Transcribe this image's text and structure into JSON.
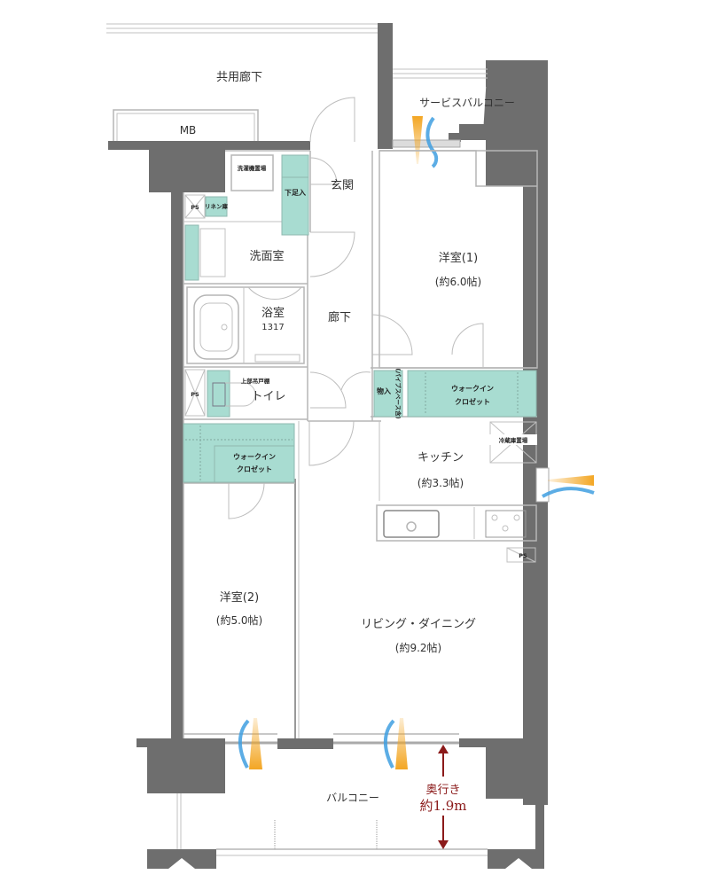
{
  "plan": {
    "rooms": {
      "common_corridor": "共用廊下",
      "mb": "MB",
      "service_balcony": "サービスバルコニー",
      "entrance": "玄関",
      "shoe_closet": "下足入",
      "washer_space": "洗濯機置場",
      "linen": "リネン庫",
      "washroom": "洗面室",
      "bathroom": "浴室",
      "bathroom_size": "1317",
      "hallway": "廊下",
      "toilet": "トイレ",
      "toilet_cabinet": "上部吊戸棚",
      "western1": "洋室(1)",
      "western1_size": "(約6.0帖)",
      "storage": "物入",
      "storage_note": "(パイプスペース含)",
      "wic1_line1": "ウォークイン",
      "wic1_line2": "クロゼット",
      "fridge": "冷蔵庫置場",
      "kitchen": "キッチン",
      "kitchen_size": "(約3.3帖)",
      "wic2_line1": "ウォークイン",
      "wic2_line2": "クロゼット",
      "western2": "洋室(2)",
      "western2_size": "(約5.0帖)",
      "living": "リビング・ダイニング",
      "living_size": "(約9.2帖)",
      "balcony": "バルコニー",
      "ps": "PS"
    },
    "balcony_depth": {
      "line1": "奥行き",
      "line2": "約1.9m"
    },
    "colors": {
      "wall": "#6e6e6e",
      "closet": "#a8dcd1",
      "airflow_warm": "#f3a623",
      "airflow_cool": "#3f9fe0",
      "depth_arrow": "#8b1a1a"
    }
  }
}
